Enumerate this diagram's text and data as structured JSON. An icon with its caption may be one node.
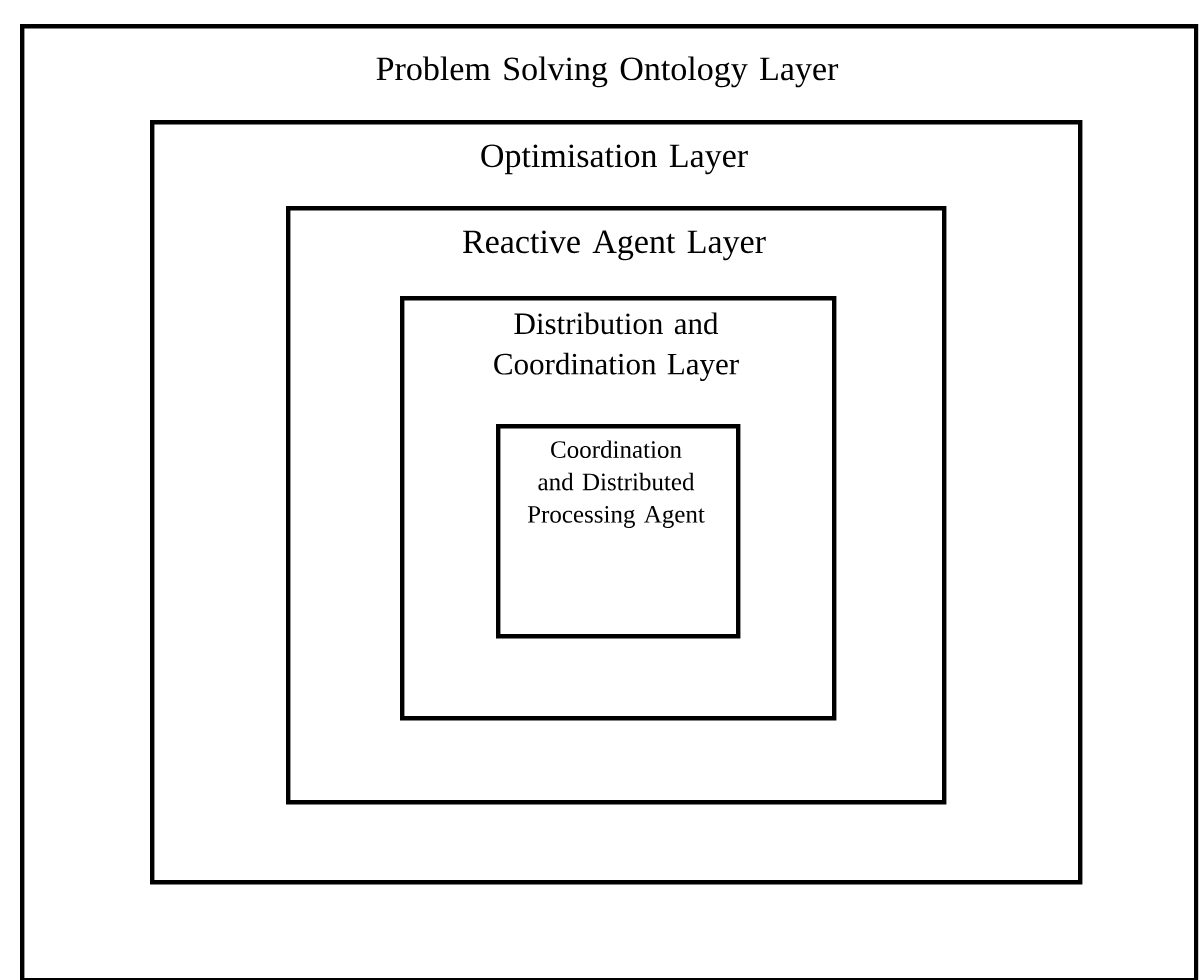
{
  "diagram": {
    "nodes": [
      {
        "text": [
          "Problem Solving Ontology Layer"
        ]
      },
      {
        "text": [
          "Optimisation Layer"
        ],
        "in": 0
      },
      {
        "text": [
          "Reactive Agent Layer"
        ],
        "in": 1
      },
      {
        "text": [
          "Distribution and Coordination Layer"
        ],
        "in": 2
      },
      {
        "text": [
          "Coordination and Distributed Processing Agent"
        ],
        "in": 3
      }
    ]
  }
}
